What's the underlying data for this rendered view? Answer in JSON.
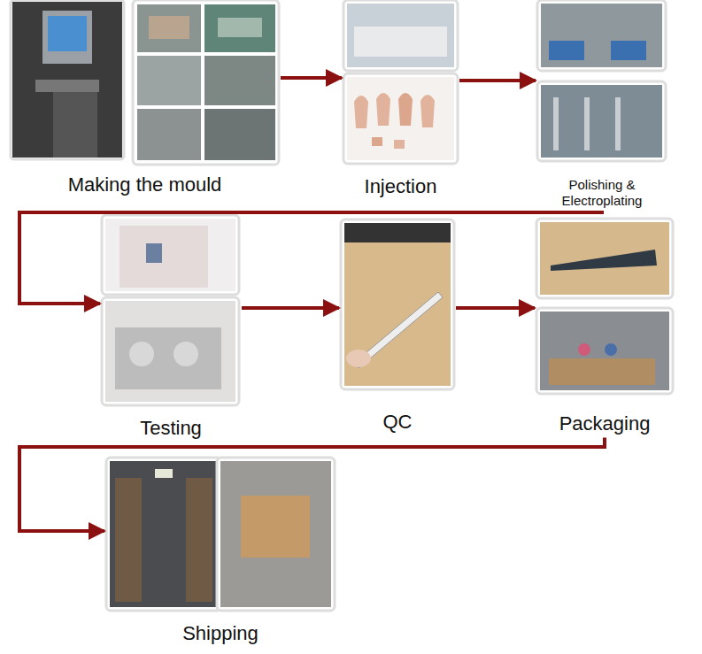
{
  "diagram": {
    "nodes": [
      {
        "text": [
          "Making the mould"
        ]
      },
      {
        "text": [
          "Injection"
        ]
      },
      {
        "text": [
          "Polishing & Electroplating"
        ]
      },
      {
        "text": [
          "Testing"
        ]
      },
      {
        "text": [
          "QC"
        ]
      },
      {
        "text": [
          "Packaging"
        ]
      },
      {
        "text": [
          "Shipping"
        ]
      }
    ],
    "edges": [
      {
        "from": 0,
        "to": 1,
        "arrow": "to"
      },
      {
        "from": 1,
        "to": 2,
        "arrow": "to"
      },
      {
        "from": 2,
        "to": 3,
        "arrow": "to"
      },
      {
        "from": 3,
        "to": 4,
        "arrow": "to"
      },
      {
        "from": 4,
        "to": 5,
        "arrow": "to"
      },
      {
        "from": 5,
        "to": 6,
        "arrow": "to"
      }
    ]
  }
}
